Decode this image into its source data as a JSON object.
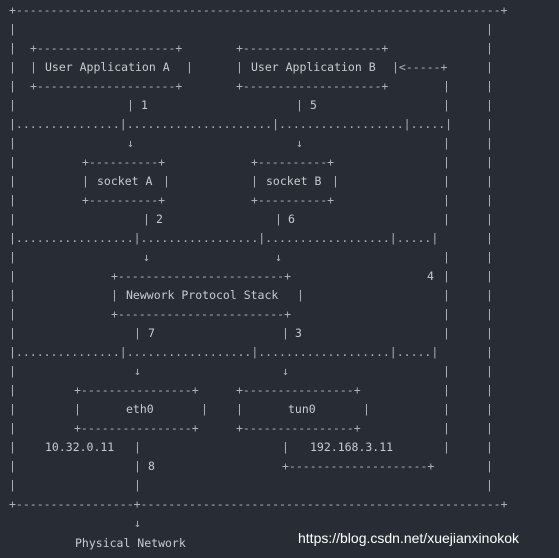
{
  "nodes": {
    "app_a": "User Application A",
    "app_b": "User Application B",
    "socket_a": "socket A",
    "socket_b": "socket B",
    "stack": "Newwork Protocol Stack",
    "eth0": "eth0",
    "tun0": "tun0"
  },
  "addresses": {
    "eth0_ip": "10.32.0.11",
    "tun0_ip": "192.168.3.11"
  },
  "step_labels": [
    "1",
    "2",
    "3",
    "4",
    "5",
    "6",
    "7",
    "8"
  ],
  "bottom_label": "Physical Network",
  "watermark": "https://blog.csdn.net/xuejianxinokok",
  "colors": {
    "background": "#282c34",
    "text": "#c7cbd1"
  }
}
